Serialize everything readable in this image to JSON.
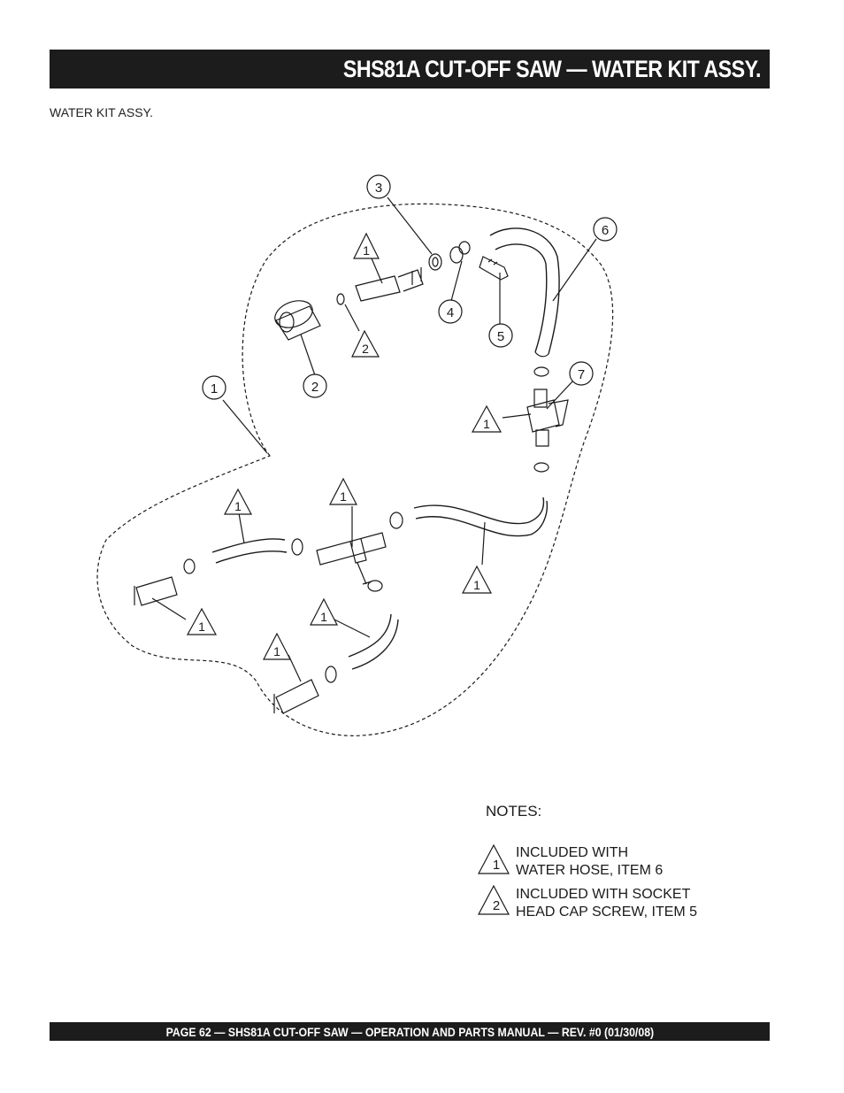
{
  "header": {
    "title": "SHS81A CUT-OFF SAW — WATER KIT ASSY."
  },
  "section": {
    "subtitle": "WATER KIT ASSY."
  },
  "diagram": {
    "callouts": {
      "c1": "1",
      "c2": "2",
      "c3": "3",
      "c4": "4",
      "c5": "5",
      "c6": "6",
      "c7": "7",
      "t_top": "1",
      "t_washer": "2",
      "t_tee": "1",
      "t_left": "1",
      "t_mid": "1",
      "t_right": "1",
      "t_lower_left": "1",
      "t_lower_mid": "1",
      "t_bottom": "1"
    },
    "notes": {
      "heading": "NOTES:",
      "items": [
        {
          "marker": "1",
          "line1": "INCLUDED WITH",
          "line2": "WATER HOSE, ITEM 6"
        },
        {
          "marker": "2",
          "line1": "INCLUDED WITH SOCKET",
          "line2": "HEAD CAP SCREW, ITEM 5"
        }
      ]
    }
  },
  "footer": {
    "text": "PAGE 62 — SHS81A CUT-OFF SAW  — OPERATION AND PARTS MANUAL — REV. #0 (01/30/08)"
  }
}
